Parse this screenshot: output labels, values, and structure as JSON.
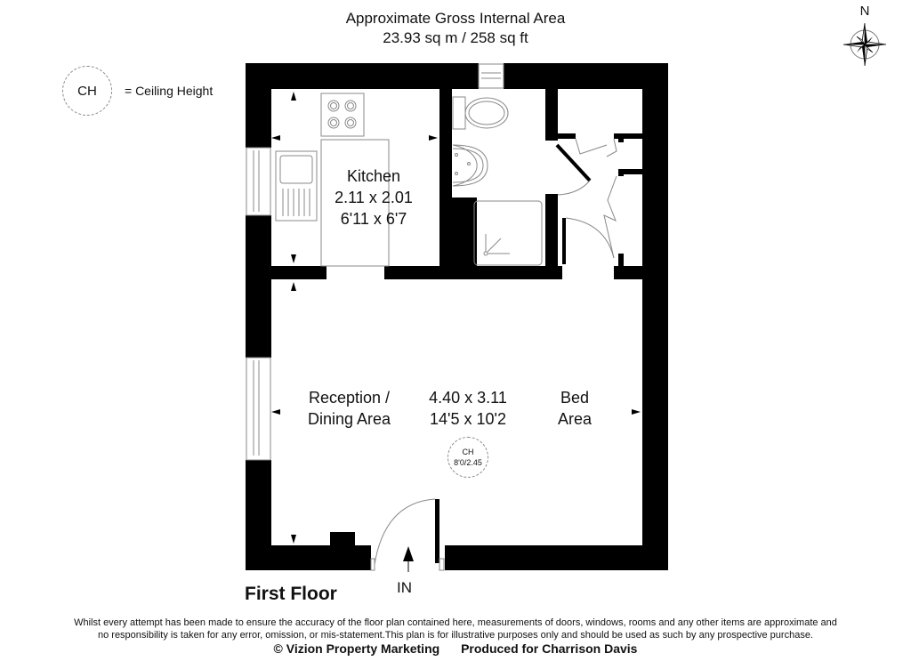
{
  "header": {
    "title_line1": "Approximate Gross Internal Area",
    "title_line2": "23.93 sq m / 258 sq ft"
  },
  "compass": {
    "label": "N",
    "icon": "compass-rose-icon"
  },
  "legend": {
    "symbol": "CH",
    "text": "= Ceiling Height"
  },
  "rooms": {
    "kitchen": {
      "name": "Kitchen",
      "metric": "2.11 x 2.01",
      "imperial": "6'11 x 6'7"
    },
    "reception": {
      "name_line1": "Reception /",
      "name_line2": "Dining Area",
      "metric": "4.40 x 3.11",
      "imperial": "14'5 x 10'2"
    },
    "bed": {
      "name_line1": "Bed",
      "name_line2": "Area"
    },
    "ceiling_height": {
      "symbol": "CH",
      "value": "8'0/2.45"
    }
  },
  "entrance": {
    "label": "IN"
  },
  "floor": {
    "name": "First Floor"
  },
  "footer": {
    "disclaimer_line1": "Whilst every attempt has been made to ensure the accuracy of the floor plan contained here, measurements of doors, windows, rooms and any other items are approximate and",
    "disclaimer_line2": "no responsibility is taken for any error, omission, or mis-statement.This plan is for illustrative purposes only and should be used as such by any prospective purchase.",
    "copyright": "© Vizion Property Marketing",
    "produced_for": "Produced for Charrison Davis"
  },
  "colors": {
    "wall": "#000000",
    "fixture_line": "#999999",
    "background": "#ffffff"
  }
}
